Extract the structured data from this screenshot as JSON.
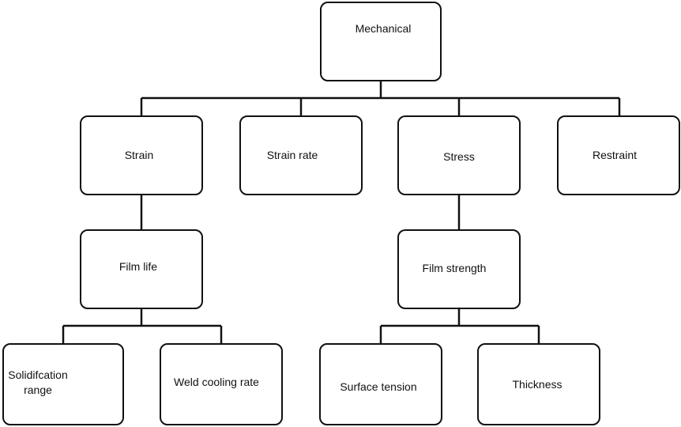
{
  "diagram": {
    "nodes": {
      "mechanical": "Mechanical",
      "strain": "Strain",
      "strain_rate": "Strain rate",
      "stress": "Stress",
      "restraint": "Restraint",
      "film_life": "Film life",
      "film_strength": "Film strength",
      "solidification_line1": "Solidifcation",
      "solidification_line2": "range",
      "weld_cooling_rate": "Weld cooling rate",
      "surface_tension": "Surface tension",
      "thickness": "Thickness"
    },
    "colors": {
      "stroke": "#111111",
      "background": "#ffffff"
    }
  }
}
